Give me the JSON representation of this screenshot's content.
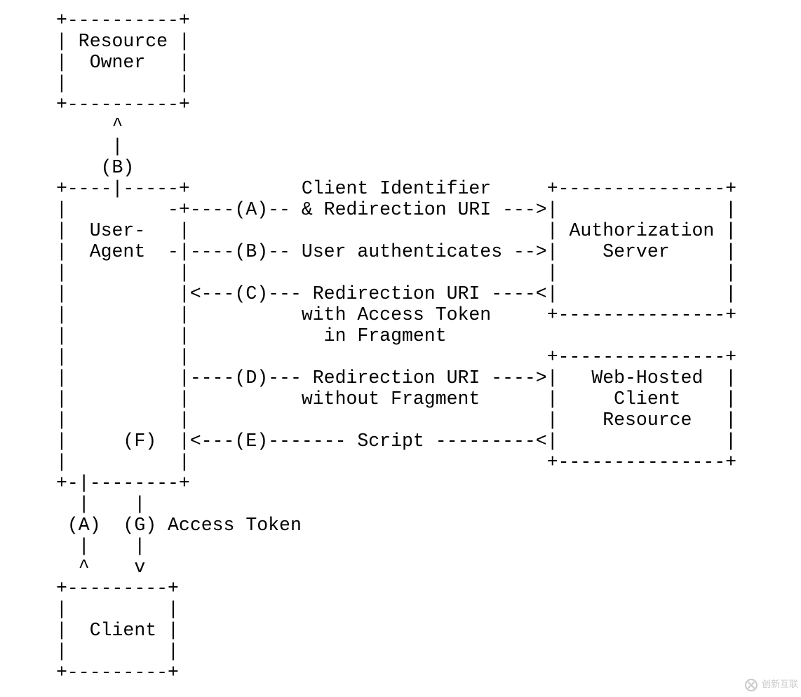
{
  "diagram": {
    "lines": [
      "+----------+",
      "| Resource |",
      "|  Owner   |",
      "|          |",
      "+----------+",
      "     ^",
      "     |",
      "    (B)",
      "+----|-----+          Client Identifier     +---------------+",
      "|         -+----(A)-- & Redirection URI --->|               |",
      "|  User-   |                                | Authorization |",
      "|  Agent  -|----(B)-- User authenticates -->|    Server     |",
      "|          |                                |               |",
      "|          |<---(C)--- Redirection URI ----<|               |",
      "|          |          with Access Token     +---------------+",
      "|          |            in Fragment",
      "|          |                                +---------------+",
      "|          |----(D)--- Redirection URI ---->|   Web-Hosted  |",
      "|          |          without Fragment      |     Client    |",
      "|          |                                |    Resource   |",
      "|     (F)  |<---(E)------- Script ---------<|               |",
      "|          |                                +---------------+",
      "+-|--------+",
      "  |    |",
      " (A)  (G) Access Token",
      "  |    |",
      "  ^    v",
      "+---------+",
      "|         |",
      "|  Client |",
      "|         |",
      "+---------+"
    ]
  },
  "watermark": {
    "text": "创新互联",
    "icon": "cdcxhl-logo-icon",
    "color": "#8a8a8a"
  }
}
